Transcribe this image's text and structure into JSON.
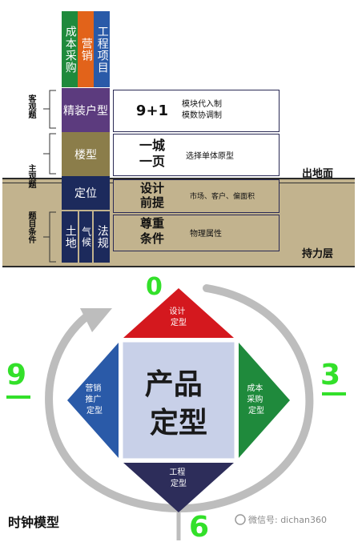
{
  "top": {
    "column_labels": [
      "成本采购",
      "营销",
      "工程项目"
    ],
    "side_labels": [
      "客观题",
      "主观题",
      "题目条件"
    ],
    "stack": [
      "精装户型",
      "楼型",
      "定位"
    ],
    "ground_items": [
      "土地",
      "气候",
      "法规"
    ],
    "rows": [
      {
        "big": "9+1",
        "small": "模块代入制\n模数协调制"
      },
      {
        "big": "一城\n一页",
        "small": "选择单体原型"
      },
      {
        "big": "设计\n前提",
        "small": "市场、客户、偏面积"
      },
      {
        "big": "尊重\n条件",
        "small": "物理属性"
      }
    ],
    "right_labels": [
      "出地面",
      "持力层"
    ]
  },
  "clock": {
    "center": "产品\n定型",
    "top": "设计\n定型",
    "right": "成本\n采购\n定型",
    "bottom": "工程\n定型",
    "left": "营销\n推广\n定型",
    "numbers": [
      "0",
      "3",
      "6",
      "9"
    ],
    "caption": "时钟模型",
    "watermark": "微信号: dichan360"
  },
  "colors": {
    "green": "#1f8a3c",
    "orange": "#e2631a",
    "blue": "#2a5aa8",
    "purple": "#5c3b7e",
    "olive": "#8b7d4a",
    "navy": "#1c2a5c",
    "ground": "#c2b38e",
    "red": "#d4181e",
    "handwriting": "#33e02a"
  }
}
